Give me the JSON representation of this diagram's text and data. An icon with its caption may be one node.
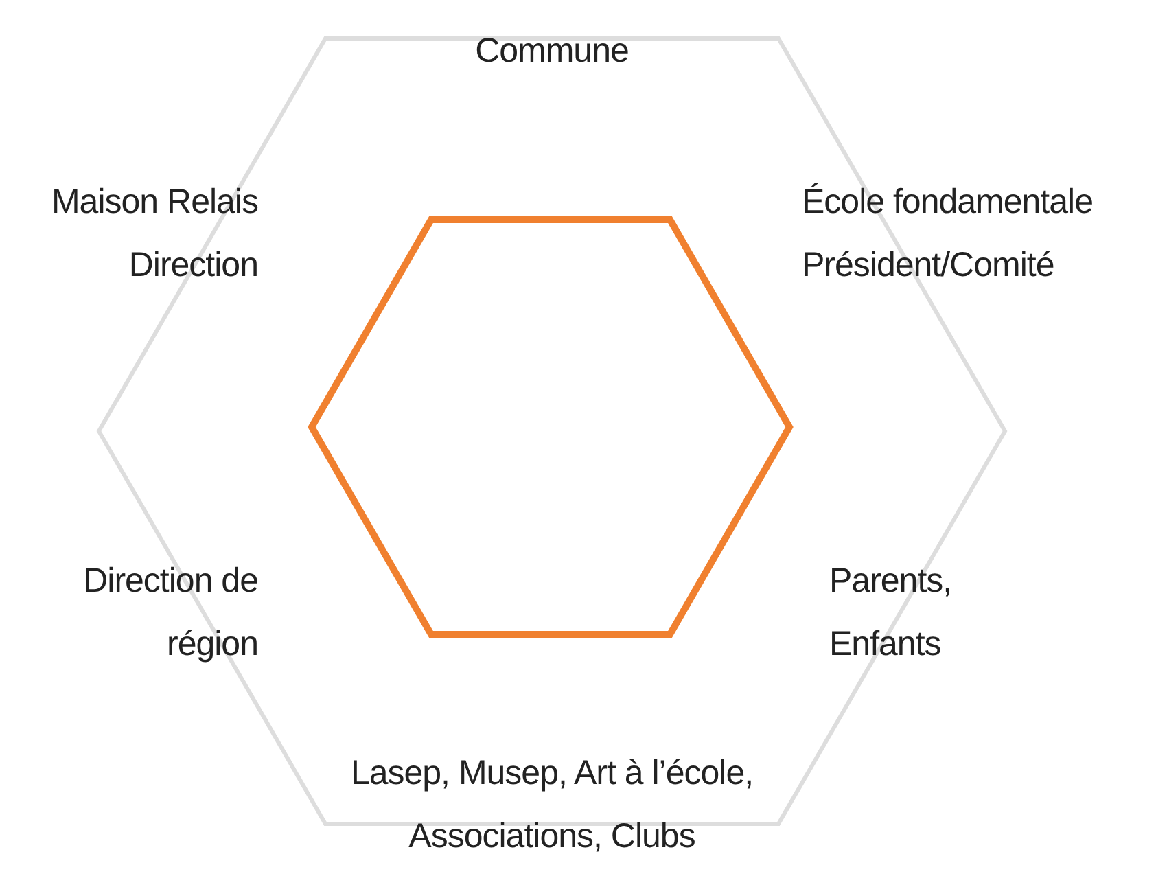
{
  "diagram": {
    "nodes": [
      {
        "text": [],
        "shape": "hexagon"
      },
      {
        "text": [],
        "shape": "hexagon",
        "in": 0
      }
    ],
    "labels": [
      "Commune",
      "Maison Relais Direction",
      "École fondamentale Président/Comité",
      "Direction de région",
      "Parents, Enfants",
      "Lasep, Musep, Art à l’école, Associations, Clubs"
    ]
  }
}
